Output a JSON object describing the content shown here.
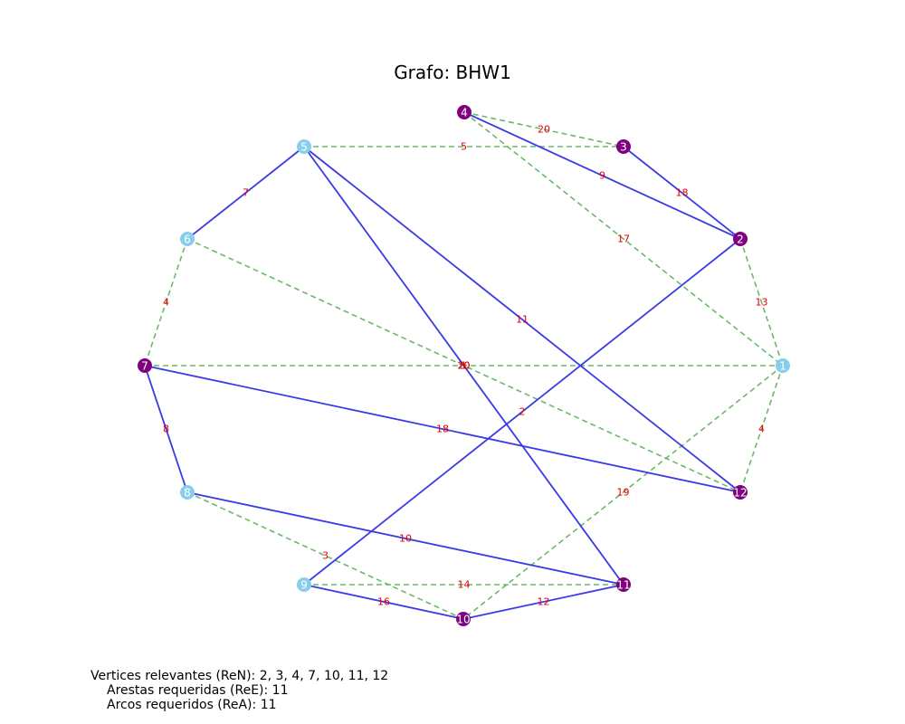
{
  "title": "Grafo: BHW1",
  "colors": {
    "edge": "#6ab96a",
    "arc": "#3a3ae6",
    "label": "#e00000",
    "node_required": "#800080",
    "node_other": "#87ceeb",
    "node_text": "#ffffff"
  },
  "nodes": [
    {
      "id": "1",
      "required": false
    },
    {
      "id": "2",
      "required": true
    },
    {
      "id": "3",
      "required": true
    },
    {
      "id": "4",
      "required": true
    },
    {
      "id": "5",
      "required": false
    },
    {
      "id": "6",
      "required": false
    },
    {
      "id": "7",
      "required": true
    },
    {
      "id": "8",
      "required": false
    },
    {
      "id": "9",
      "required": false
    },
    {
      "id": "10",
      "required": true
    },
    {
      "id": "11",
      "required": true
    },
    {
      "id": "12",
      "required": true
    }
  ],
  "edges": [
    {
      "from": "4",
      "to": "3",
      "label": "20"
    },
    {
      "from": "5",
      "to": "3",
      "label": "5"
    },
    {
      "from": "4",
      "to": "1",
      "label": "17"
    },
    {
      "from": "2",
      "to": "1",
      "label": "13"
    },
    {
      "from": "6",
      "to": "7",
      "label": "4"
    },
    {
      "from": "6",
      "to": "12",
      "label": "20"
    },
    {
      "from": "7",
      "to": "1",
      "label": "10"
    },
    {
      "from": "1",
      "to": "12",
      "label": "4"
    },
    {
      "from": "1",
      "to": "10",
      "label": "19"
    },
    {
      "from": "8",
      "to": "10",
      "label": "3"
    },
    {
      "from": "9",
      "to": "11",
      "label": "14"
    }
  ],
  "arcs": [
    {
      "from": "4",
      "to": "2",
      "label": "9"
    },
    {
      "from": "3",
      "to": "2",
      "label": "18"
    },
    {
      "from": "5",
      "to": "6",
      "label": "7"
    },
    {
      "from": "5",
      "to": "12",
      "label": "11"
    },
    {
      "from": "5",
      "to": "11",
      "label": "1"
    },
    {
      "from": "2",
      "to": "9",
      "label": "2"
    },
    {
      "from": "7",
      "to": "12",
      "label": "18"
    },
    {
      "from": "7",
      "to": "8",
      "label": "8"
    },
    {
      "from": "8",
      "to": "11",
      "label": "10"
    },
    {
      "from": "9",
      "to": "10",
      "label": "16"
    },
    {
      "from": "10",
      "to": "11",
      "label": "12"
    }
  ],
  "info": {
    "line1": "Vertices relevantes (ReN): 2, 3, 4, 7, 10, 11, 12",
    "line2": "Arestas requeridas (ReE): 11",
    "line3": "Arcos requeridos (ReA): 11"
  }
}
